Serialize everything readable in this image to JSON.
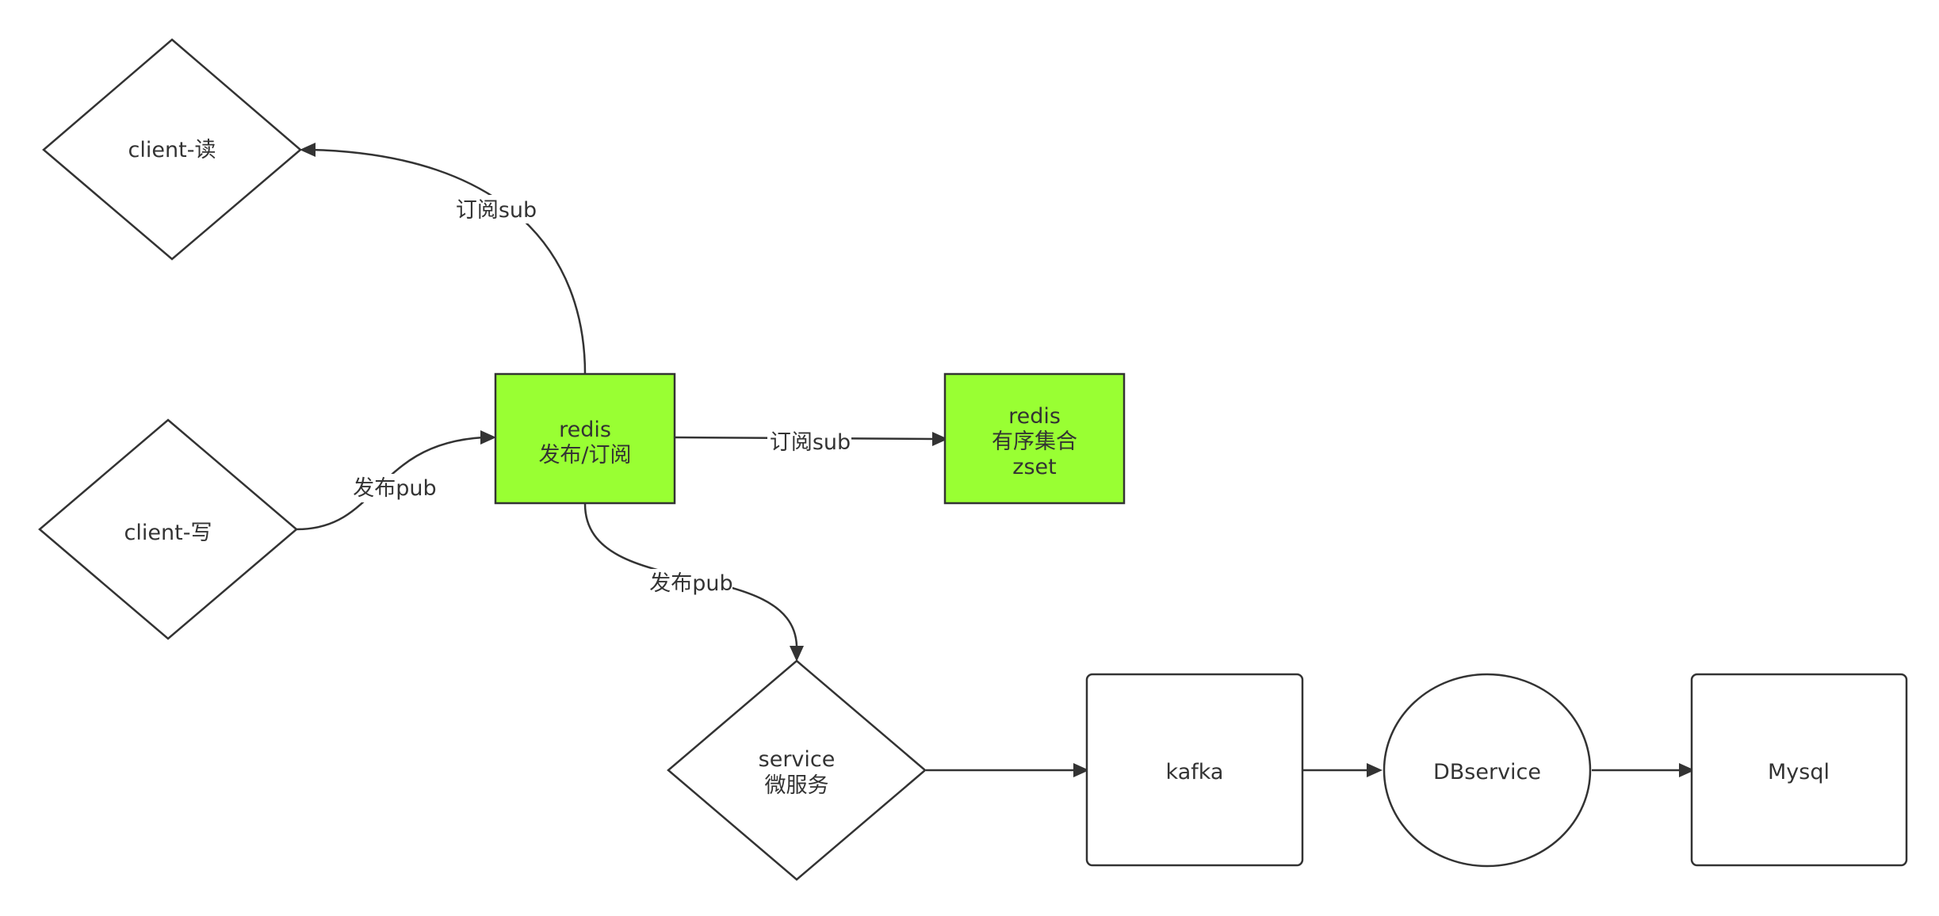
{
  "colors": {
    "redis_fill": "#99ff33",
    "default_fill": "#ffffff",
    "stroke": "#333333",
    "text": "#333333"
  },
  "nodes": {
    "client_read": {
      "label": "client-读"
    },
    "client_write": {
      "label": "client-写"
    },
    "redis_pubsub": {
      "line1": "redis",
      "line2": "发布/订阅"
    },
    "redis_zset": {
      "line1": "redis",
      "line2": "有序集合",
      "line3": "zset"
    },
    "service": {
      "line1": "service",
      "line2": "微服务"
    },
    "kafka": {
      "label": "kafka"
    },
    "dbservice": {
      "label": "DBservice"
    },
    "mysql": {
      "label": "Mysql"
    }
  },
  "edges": {
    "redis_to_client_read": {
      "label": "订阅sub"
    },
    "client_write_to_redis": {
      "label": "发布pub"
    },
    "redis_to_zset": {
      "label": "订阅sub"
    },
    "redis_to_service": {
      "label": "发布pub"
    }
  }
}
